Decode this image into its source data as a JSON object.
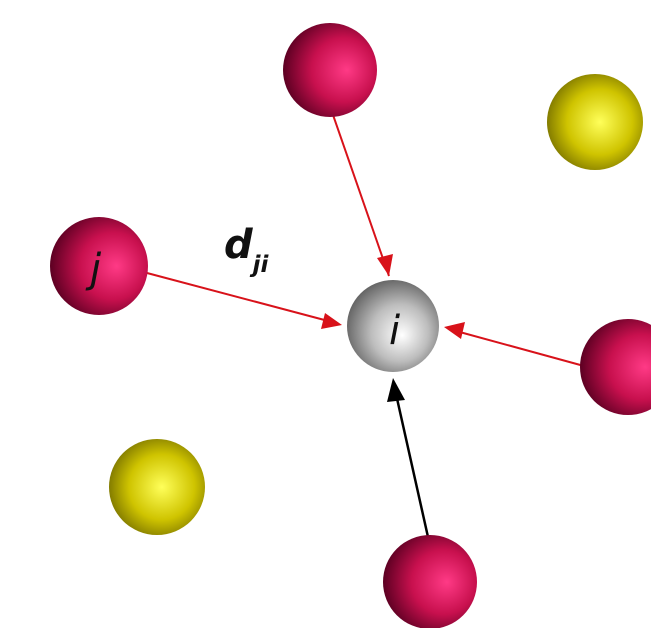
{
  "colors": {
    "neighbor_atom": "#c8104e",
    "other_atom": "#cfc400",
    "center_atom": "#a8a8a8",
    "red_arrow": "#d8121a",
    "black_arrow": "#000000"
  },
  "labels": {
    "center": "i",
    "neighbor": "j",
    "distance_main": "d",
    "distance_sub": "ji"
  }
}
